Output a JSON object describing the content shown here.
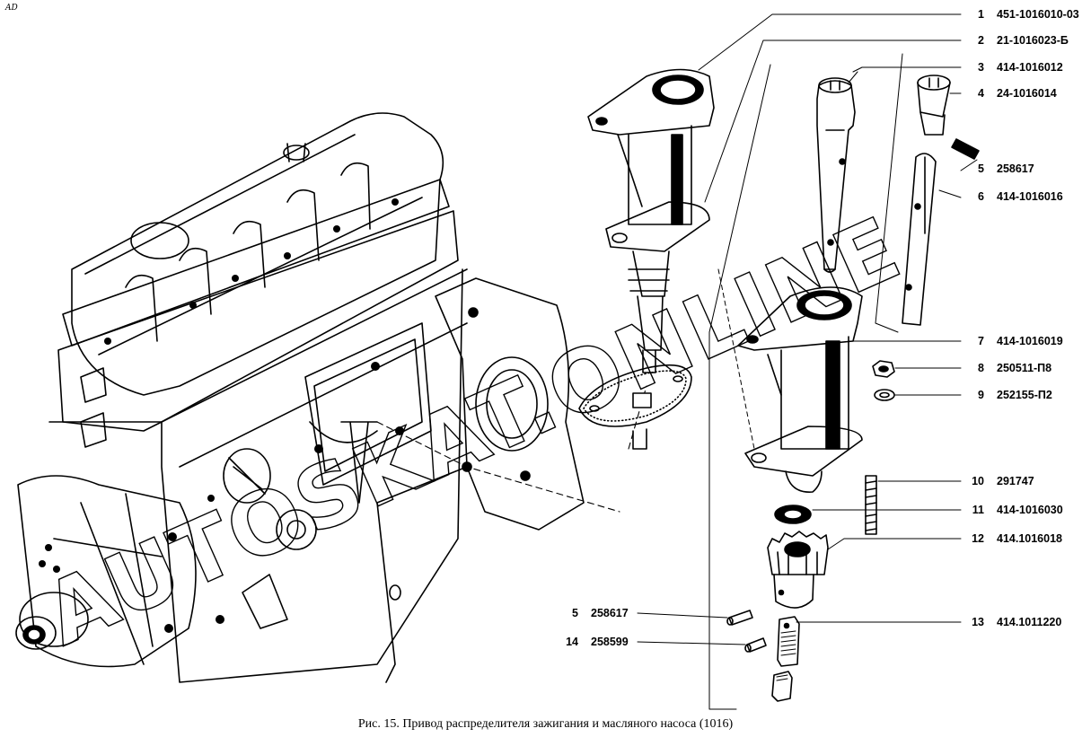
{
  "figure": {
    "corner_mark": "AD",
    "caption": "Рис. 15. Привод распределителя зажигания и масляного насоса (1016)",
    "watermark": "AUTOSKAT.ONLINE",
    "line_color": "#000000",
    "background": "#ffffff"
  },
  "callouts_right": [
    {
      "num": "1",
      "code": "451-1016010-03"
    },
    {
      "num": "2",
      "code": "21-1016023-Б"
    },
    {
      "num": "3",
      "code": "414-1016012"
    },
    {
      "num": "4",
      "code": "24-1016014"
    },
    {
      "num": "5",
      "code": "258617"
    },
    {
      "num": "6",
      "code": "414-1016016"
    },
    {
      "num": "7",
      "code": "414-1016019"
    },
    {
      "num": "8",
      "code": "250511-П8"
    },
    {
      "num": "9",
      "code": "252155-П2"
    },
    {
      "num": "10",
      "code": "291747"
    },
    {
      "num": "11",
      "code": "414-1016030"
    },
    {
      "num": "12",
      "code": "414.1016018"
    },
    {
      "num": "13",
      "code": "414.1011220"
    }
  ],
  "callouts_left": [
    {
      "num": "5",
      "code": "258617"
    },
    {
      "num": "14",
      "code": "258599"
    }
  ],
  "parts": {
    "housing_upper": "distributor drive housing (assembled)",
    "gasket": "gasket",
    "shaft_a": "drive shaft",
    "shaft_b": "drive shaft",
    "housing_lower": "drive housing",
    "nut": "nut",
    "washer": "lock washer",
    "stud": "stud",
    "thrust_washer": "thrust washer",
    "gear": "drive gear",
    "pin_a": "pin",
    "pin_b": "pin",
    "coupling": "coupling",
    "coupling_insert": "coupling insert",
    "engine": "engine block assembly"
  }
}
